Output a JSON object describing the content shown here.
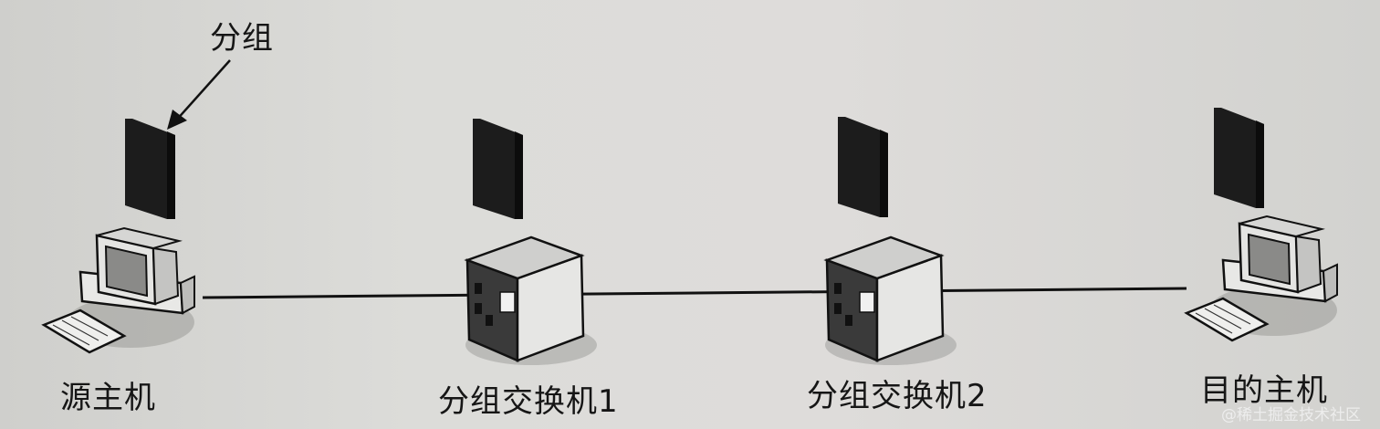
{
  "packet_label": "分组",
  "nodes": [
    {
      "label": "源主机",
      "type": "host"
    },
    {
      "label": "分组交换机1",
      "type": "switch"
    },
    {
      "label": "分组交换机2",
      "type": "switch"
    },
    {
      "label": "目的主机",
      "type": "host"
    }
  ],
  "watermark": "@稀土掘金技术社区"
}
